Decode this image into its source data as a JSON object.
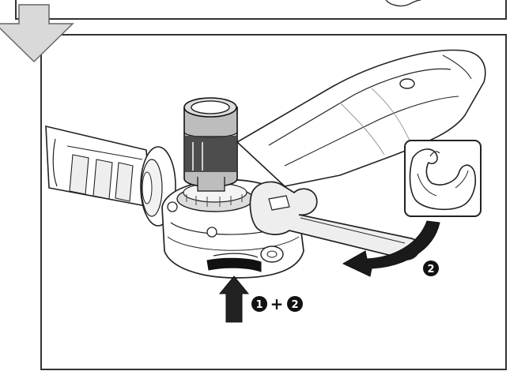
{
  "steps": {
    "step1": "1",
    "plus": "+",
    "step2": "2",
    "step2_right": "2"
  },
  "colors": {
    "line": "#222222",
    "panel_border": "#333333",
    "arrow_fill": "#d9d9d9",
    "gray_light": "#e6e6e6",
    "gray_mid": "#bdbdbd",
    "dark": "#111111"
  },
  "icons": {
    "down_arrow": "down-arrow-icon",
    "lock_button_arrow": "up-arrow-icon",
    "rotate_arrow": "curved-arrow-icon",
    "inset": "flexed-arm-icon"
  }
}
